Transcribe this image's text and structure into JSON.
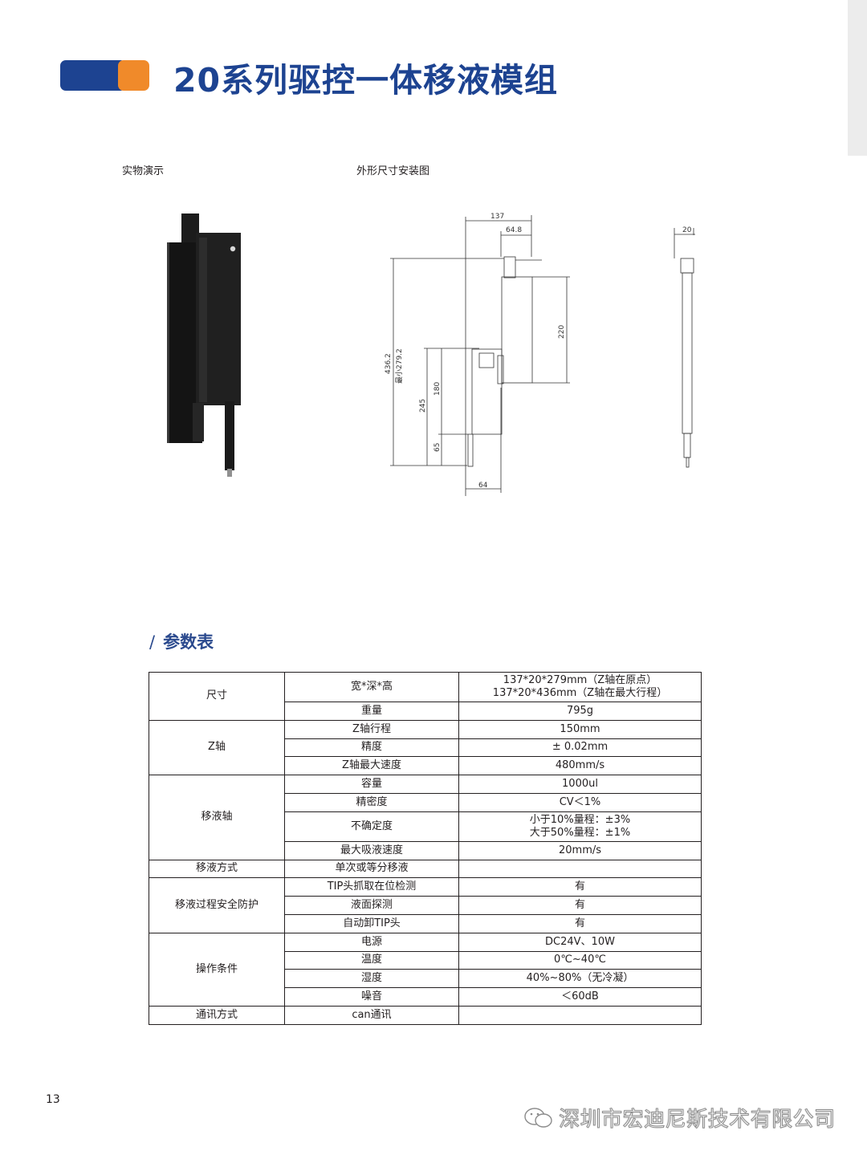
{
  "header": {
    "title": "20系列驱控一体移液模组",
    "colors": {
      "accent": "#1d4391",
      "orange": "#f08a2a"
    }
  },
  "captions": {
    "photo": "实物演示",
    "drawing": "外形尺寸安装图"
  },
  "drawing_labels": {
    "w137": "137",
    "w64_8": "64.8",
    "h436_2": "436.2",
    "min279_2": "最小279.2",
    "h220": "220",
    "h245": "245",
    "h180": "180",
    "h65": "65",
    "w64": "64",
    "w20": "20"
  },
  "section": {
    "slash": "/",
    "title": "参数表"
  },
  "table": {
    "size": {
      "group": "尺寸",
      "dims_label": "宽*深*高",
      "dims_line1": "137*20*279mm（Z轴在原点）",
      "dims_line2": "137*20*436mm（Z轴在最大行程）",
      "weight_label": "重量",
      "weight_value": "795g"
    },
    "z": {
      "group": "Z轴",
      "rows": [
        {
          "label": "Z轴行程",
          "value": "150mm"
        },
        {
          "label": "精度",
          "value": "± 0.02mm"
        },
        {
          "label": "Z轴最大速度",
          "value": "480mm/s"
        }
      ]
    },
    "pip": {
      "group": "移液轴",
      "cap_label": "容量",
      "cap_value": "1000ul",
      "prec_label": "精密度",
      "prec_value": "CV＜1%",
      "unc_label": "不确定度",
      "unc_line1": "小于10%量程：±3%",
      "unc_line2": "大于50%量程：±1%",
      "speed_label": "最大吸液速度",
      "speed_value": "20mm/s"
    },
    "mode": {
      "group": "移液方式",
      "value": "单次或等分移液"
    },
    "safety": {
      "group": "移液过程安全防护",
      "rows": [
        {
          "label": "TIP头抓取在位检测",
          "value": "有"
        },
        {
          "label": "液面探测",
          "value": "有"
        },
        {
          "label": "自动卸TIP头",
          "value": "有"
        }
      ]
    },
    "op": {
      "group": "操作条件",
      "rows": [
        {
          "label": "电源",
          "value": "DC24V、10W"
        },
        {
          "label": "温度",
          "value": "0℃~40℃"
        },
        {
          "label": "湿度",
          "value": "40%~80%（无冷凝）"
        },
        {
          "label": "噪音",
          "value": "＜60dB"
        }
      ]
    },
    "comm": {
      "group": "通讯方式",
      "value": "can通讯"
    }
  },
  "footer": {
    "page_number": "13",
    "watermark": "深圳市宏迪尼斯技术有限公司"
  }
}
